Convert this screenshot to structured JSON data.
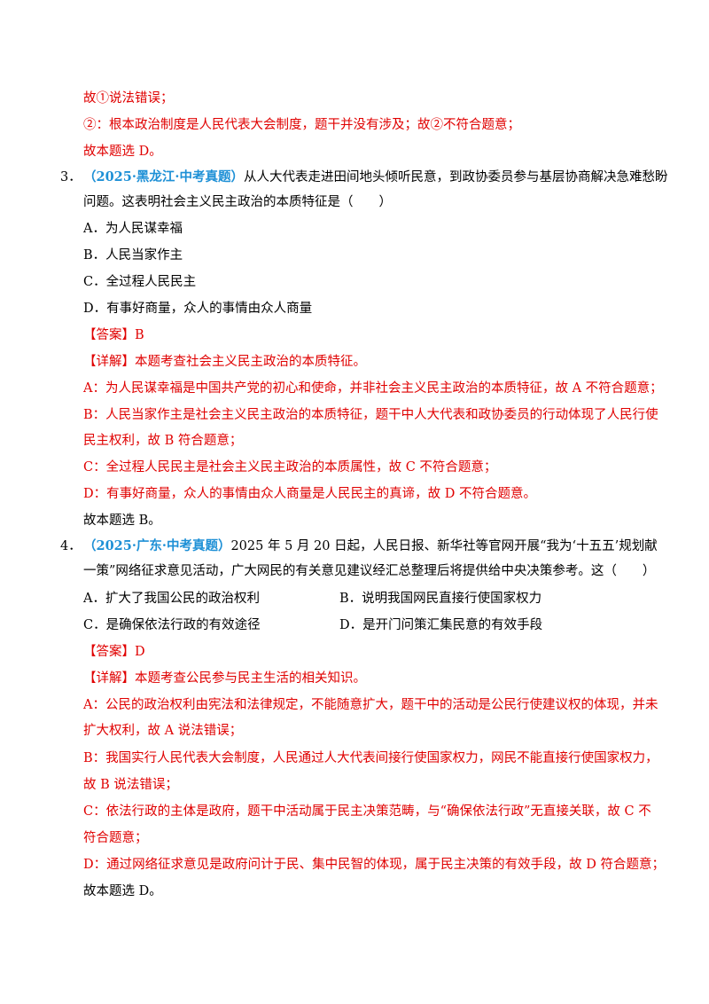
{
  "prev_tail": {
    "l1": "故①说法错误；",
    "l2": "②：根本政治制度是人民代表大会制度，题干并没有涉及；故②不符合题意；",
    "l3": "故本题选 D。"
  },
  "q3": {
    "num": "3．",
    "source": "（2025·黑龙江·中考真题）",
    "stem_1": "从人大代表走进田间地头倾听民意，到政协委员参与基层协商解决急难愁盼",
    "stem_2": "问题。这表明社会主义民主政治的本质特征是（　　）",
    "options": {
      "A": "A．为人民谋幸福",
      "B": "B．人民当家作主",
      "C": "C．全过程人民民主",
      "D": "D．有事好商量，众人的事情由众人商量"
    },
    "answer_label": "【答案】",
    "answer": "B",
    "explain_label": "【详解】",
    "explain_intro": "本题考查社会主义民主政治的本质特征。",
    "a": "A：为人民谋幸福是中国共产党的初心和使命，并非社会主义民主政治的本质特征，故 A 不符合题意；",
    "b1": "B：人民当家作主是社会主义民主政治的本质特征，题干中人大代表和政协委员的行动体现了人民行使",
    "b2": "民主权利，故 B 符合题意；",
    "c": "C：全过程人民民主是社会主义民主政治的本质属性，故 C 不符合题意；",
    "d": "D：有事好商量，众人的事情由众人商量是人民民主的真谛，故 D 不符合题意。",
    "conclusion": "故本题选 B。"
  },
  "q4": {
    "num": "4．",
    "source": "（2025·广东·中考真题）",
    "stem_1": "2025 年 5 月 20 日起，人民日报、新华社等官网开展“我为‘十五五’规划献",
    "stem_2": "一策”网络征求意见活动，广大网民的有关意见建议经汇总整理后将提供给中央决策参考。这（　　）",
    "options": {
      "A": "A．扩大了我国公民的政治权利",
      "B": "B．说明我国网民直接行使国家权力",
      "C": "C．是确保依法行政的有效途径",
      "D": "D．是开门问策汇集民意的有效手段"
    },
    "answer_label": "【答案】",
    "answer": "D",
    "explain_label": "【详解】",
    "explain_intro": "本题考查公民参与民主生活的相关知识。",
    "a1": "A：公民的政治权利由宪法和法律规定，不能随意扩大，题干中的活动是公民行使建议权的体现，并未",
    "a2": "扩大权利，故 A 说法错误；",
    "b1": "B：我国实行人民代表大会制度，人民通过人大代表间接行使国家权力，网民不能直接行使国家权力，",
    "b2": "故 B 说法错误；",
    "c1": "C：依法行政的主体是政府，题干中活动属于民主决策范畴，与“确保依法行政”无直接关联，故 C 不",
    "c2": "符合题意；",
    "d": "D：通过网络征求意见是政府问计于民、集中民智的体现，属于民主决策的有效手段，故 D 符合题意；",
    "conclusion": "故本题选 D。"
  }
}
